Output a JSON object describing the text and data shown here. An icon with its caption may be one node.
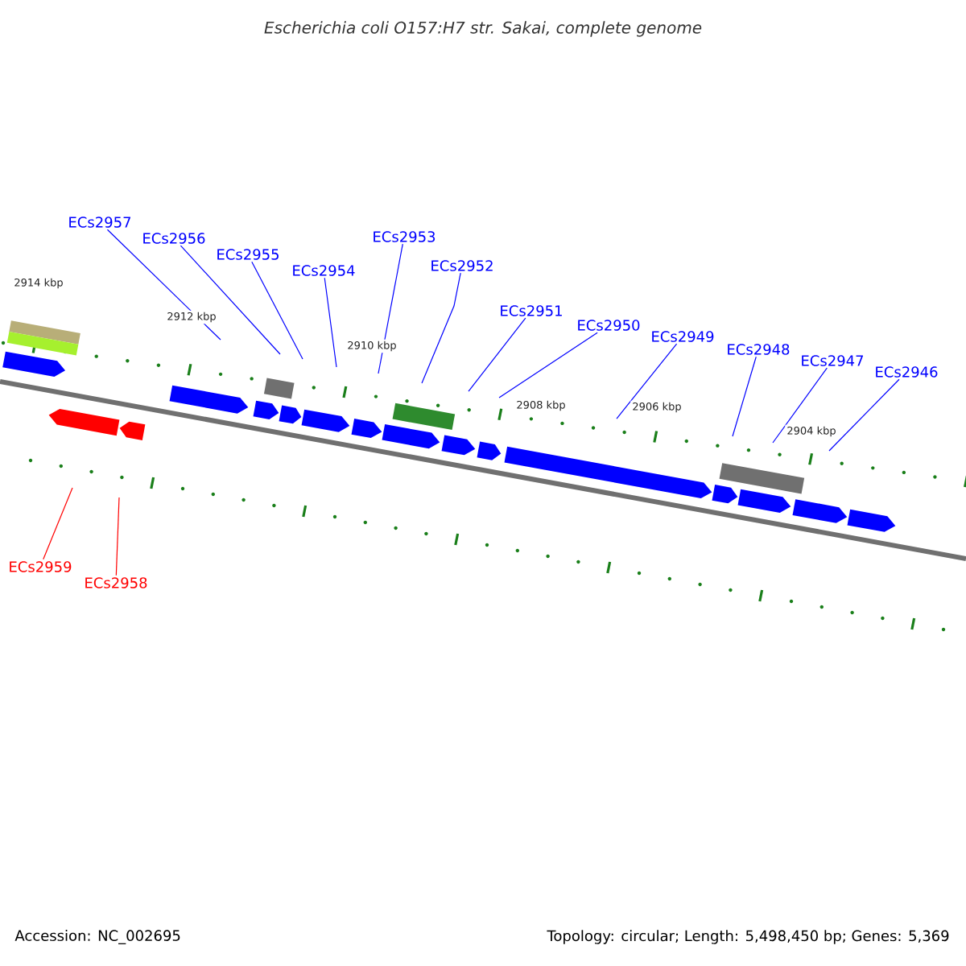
{
  "diagram": {
    "title": "Escherichia coli O157:H7 str. Sakai, complete genome",
    "nodes": [
      {
        "text": [
          "ECs2957"
        ]
      },
      {
        "text": [
          "ECs2956"
        ]
      },
      {
        "text": [
          "ECs2955"
        ]
      },
      {
        "text": [
          "ECs2954"
        ]
      },
      {
        "text": [
          "ECs2953"
        ]
      },
      {
        "text": [
          "ECs2952"
        ]
      },
      {
        "text": [
          "ECs2951"
        ]
      },
      {
        "text": [
          "ECs2950"
        ]
      },
      {
        "text": [
          "ECs2949"
        ]
      },
      {
        "text": [
          "ECs2948"
        ]
      },
      {
        "text": [
          "ECs2947"
        ]
      },
      {
        "text": [
          "ECs2946"
        ]
      },
      {
        "text": [
          "ECs2959"
        ]
      },
      {
        "text": [
          "ECs2958"
        ]
      }
    ],
    "edges": [
      {
        "from": 0,
        "to": null,
        "arrow": "none"
      },
      {
        "from": 1,
        "to": null,
        "arrow": "none"
      },
      {
        "from": 2,
        "to": null,
        "arrow": "none"
      },
      {
        "from": 3,
        "to": null,
        "arrow": "none"
      },
      {
        "from": 4,
        "to": null,
        "arrow": "none"
      },
      {
        "from": 5,
        "to": null,
        "arrow": "none"
      },
      {
        "from": 6,
        "to": null,
        "arrow": "none"
      },
      {
        "from": 7,
        "to": null,
        "arrow": "none"
      },
      {
        "from": 8,
        "to": null,
        "arrow": "none"
      },
      {
        "from": 9,
        "to": null,
        "arrow": "none"
      },
      {
        "from": 10,
        "to": null,
        "arrow": "none"
      },
      {
        "from": 11,
        "to": null,
        "arrow": "none"
      },
      {
        "from": 12,
        "to": null,
        "arrow": "none",
        "color": "#ff0000"
      },
      {
        "from": 13,
        "to": null,
        "arrow": "none",
        "color": "#ff0000"
      }
    ],
    "labels": [
      "2914 kbp",
      "2912 kbp",
      "2910 kbp",
      "2908 kbp",
      "2906 kbp",
      "2904 kbp",
      "Accession: NC_002695",
      "Topology: circular; Length: 5,498,450 bp; Genes: 5,369"
    ]
  }
}
